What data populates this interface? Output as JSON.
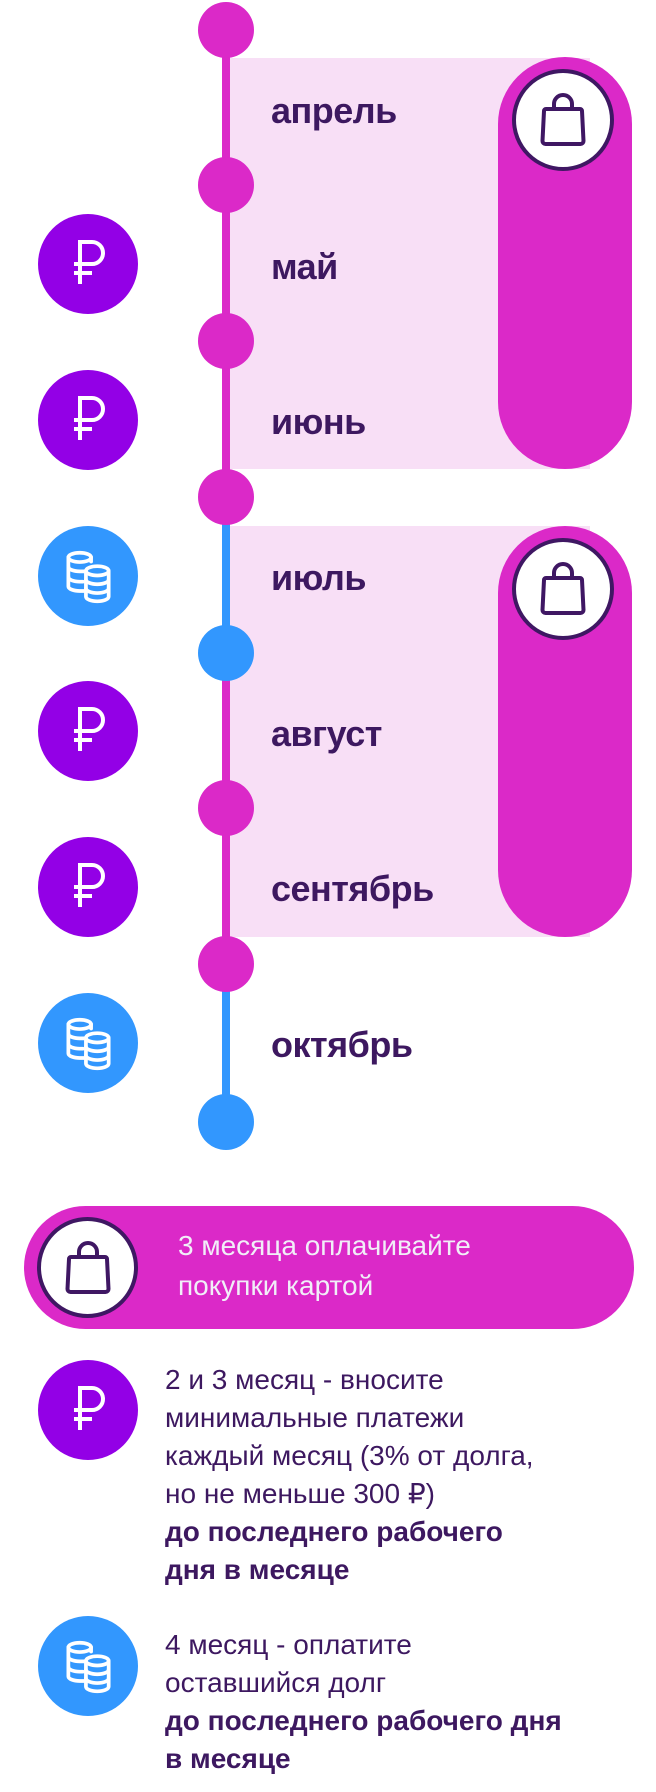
{
  "timeline": {
    "months": [
      {
        "label": "апрель",
        "icon": null
      },
      {
        "label": "май",
        "icon": "ruble-icon"
      },
      {
        "label": "июнь",
        "icon": "ruble-icon"
      },
      {
        "label": "июль",
        "icon": "coins-icon"
      },
      {
        "label": "август",
        "icon": "ruble-icon"
      },
      {
        "label": "сентябрь",
        "icon": "ruble-icon"
      },
      {
        "label": "октябрь",
        "icon": "coins-icon"
      }
    ],
    "periods": [
      {
        "months": [
          "апрель",
          "май",
          "июнь"
        ],
        "icon": "shopping-bag-icon"
      },
      {
        "months": [
          "июль",
          "август",
          "сентябрь"
        ],
        "icon": "shopping-bag-icon"
      }
    ],
    "colors": {
      "magenta": "#DB29C8",
      "blue": "#3297FE",
      "purple": "#9300E6",
      "panel": "#F8DFF6",
      "text": "#3D1860"
    }
  },
  "legend": {
    "banner": {
      "icon": "shopping-bag-icon",
      "line1": "3 месяца оплачивайте",
      "line2": "покупки картой"
    },
    "minimal_payments": {
      "icon": "ruble-icon",
      "lines": [
        "2 и 3 месяц - вносите",
        "минимальные платежи",
        "каждый месяц (3% от долга,",
        "но не меньше 300 ₽)"
      ],
      "bold_lines": [
        "до последнего рабочего",
        "дня в месяце"
      ]
    },
    "final_payment": {
      "icon": "coins-icon",
      "lines": [
        "4 месяц - оплатите",
        "оставшийся долг"
      ],
      "bold_lines": [
        "до последнего рабочего дня",
        "в месяце"
      ]
    }
  }
}
